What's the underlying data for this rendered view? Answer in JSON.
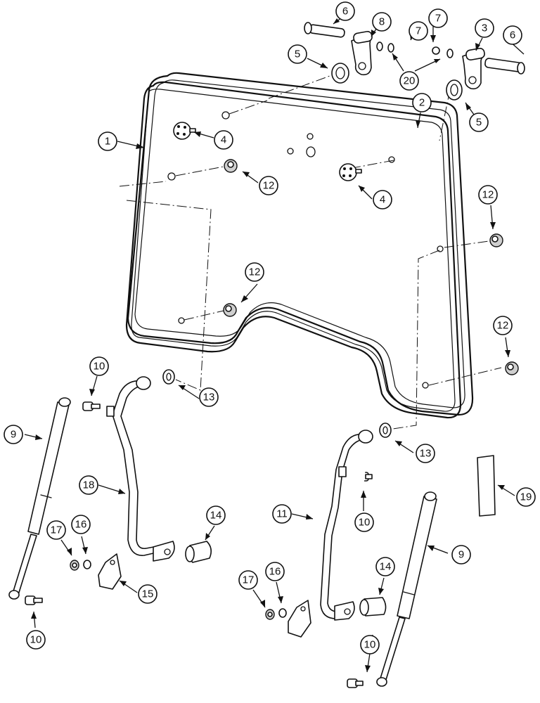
{
  "diagram": {
    "callouts": [
      {
        "id": "c1",
        "label": "1"
      },
      {
        "id": "c2",
        "label": "2"
      },
      {
        "id": "c3",
        "label": "3"
      },
      {
        "id": "c4a",
        "label": "4"
      },
      {
        "id": "c4b",
        "label": "4"
      },
      {
        "id": "c5a",
        "label": "5"
      },
      {
        "id": "c5b",
        "label": "5"
      },
      {
        "id": "c6a",
        "label": "6"
      },
      {
        "id": "c6b",
        "label": "6"
      },
      {
        "id": "c7a",
        "label": "7"
      },
      {
        "id": "c7b",
        "label": "7"
      },
      {
        "id": "c8",
        "label": "8"
      },
      {
        "id": "c9a",
        "label": "9"
      },
      {
        "id": "c9b",
        "label": "9"
      },
      {
        "id": "c10a",
        "label": "10"
      },
      {
        "id": "c10b",
        "label": "10"
      },
      {
        "id": "c10c",
        "label": "10"
      },
      {
        "id": "c10d",
        "label": "10"
      },
      {
        "id": "c11",
        "label": "11"
      },
      {
        "id": "c12a",
        "label": "12"
      },
      {
        "id": "c12b",
        "label": "12"
      },
      {
        "id": "c12c",
        "label": "12"
      },
      {
        "id": "c12d",
        "label": "12"
      },
      {
        "id": "c13a",
        "label": "13"
      },
      {
        "id": "c13b",
        "label": "13"
      },
      {
        "id": "c14a",
        "label": "14"
      },
      {
        "id": "c14b",
        "label": "14"
      },
      {
        "id": "c15",
        "label": "15"
      },
      {
        "id": "c16a",
        "label": "16"
      },
      {
        "id": "c16b",
        "label": "16"
      },
      {
        "id": "c17a",
        "label": "17"
      },
      {
        "id": "c17b",
        "label": "17"
      },
      {
        "id": "c18",
        "label": "18"
      },
      {
        "id": "c19",
        "label": "19"
      },
      {
        "id": "c20",
        "label": "20"
      }
    ]
  }
}
